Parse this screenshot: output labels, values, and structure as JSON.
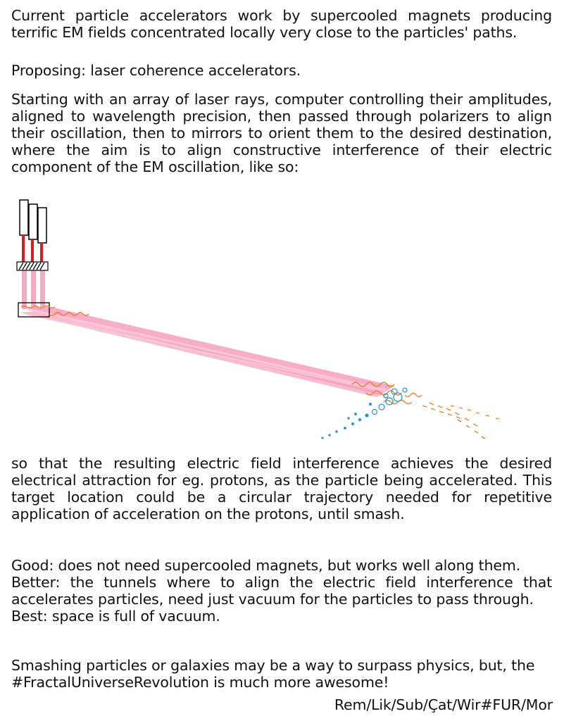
{
  "document": {
    "paragraphs": {
      "intro": "Current particle accelerators work by supercooled magnets producing terrific EM fields concentrated locally very close to the particles' paths.",
      "proposal": "Proposing: laser coherence accelerators.",
      "method": "Starting with an array of laser rays, computer controlling their amplitudes, aligned to wavelength precision, then passed through polarizers to align their oscillation, then to mirrors to orient them to the desired destination, where the aim is to align constructive interference of their electric component of the EM oscillation, like so:",
      "result": "so that the resulting electric field interference achieves the desired electrical attraction for eg. protons, as the particle being accelerated. This target location could be a circular trajectory needed for repetitive application of acceleration on the protons, until smash.",
      "good": "Good: does not need supercooled magnets, but works well along them.",
      "better": "Better: the tunnels where to align the electric field interference that accelerates particles, need just vacuum for the particles to pass through.",
      "best": "Best: space is full of vacuum.",
      "closing": "Smashing particles or galaxies may be a way to surpass physics, but, the #FractalUniverseRevolution is much more awesome!"
    },
    "signature": "Rem/Lik/Sub/Çat/Wir#FUR/Mor",
    "figure": {
      "icons": [
        "laser-emitter-icon",
        "polarizer-icon",
        "mirror-icon",
        "laser-beam-icon",
        "interference-wave-icon",
        "particle-icon"
      ],
      "colors": {
        "laser_housing": "#000000",
        "laser_light": "#d42020",
        "beam": "#f7a8c4",
        "wave": "#f07c28",
        "particles": "#2a9ad8"
      }
    }
  }
}
